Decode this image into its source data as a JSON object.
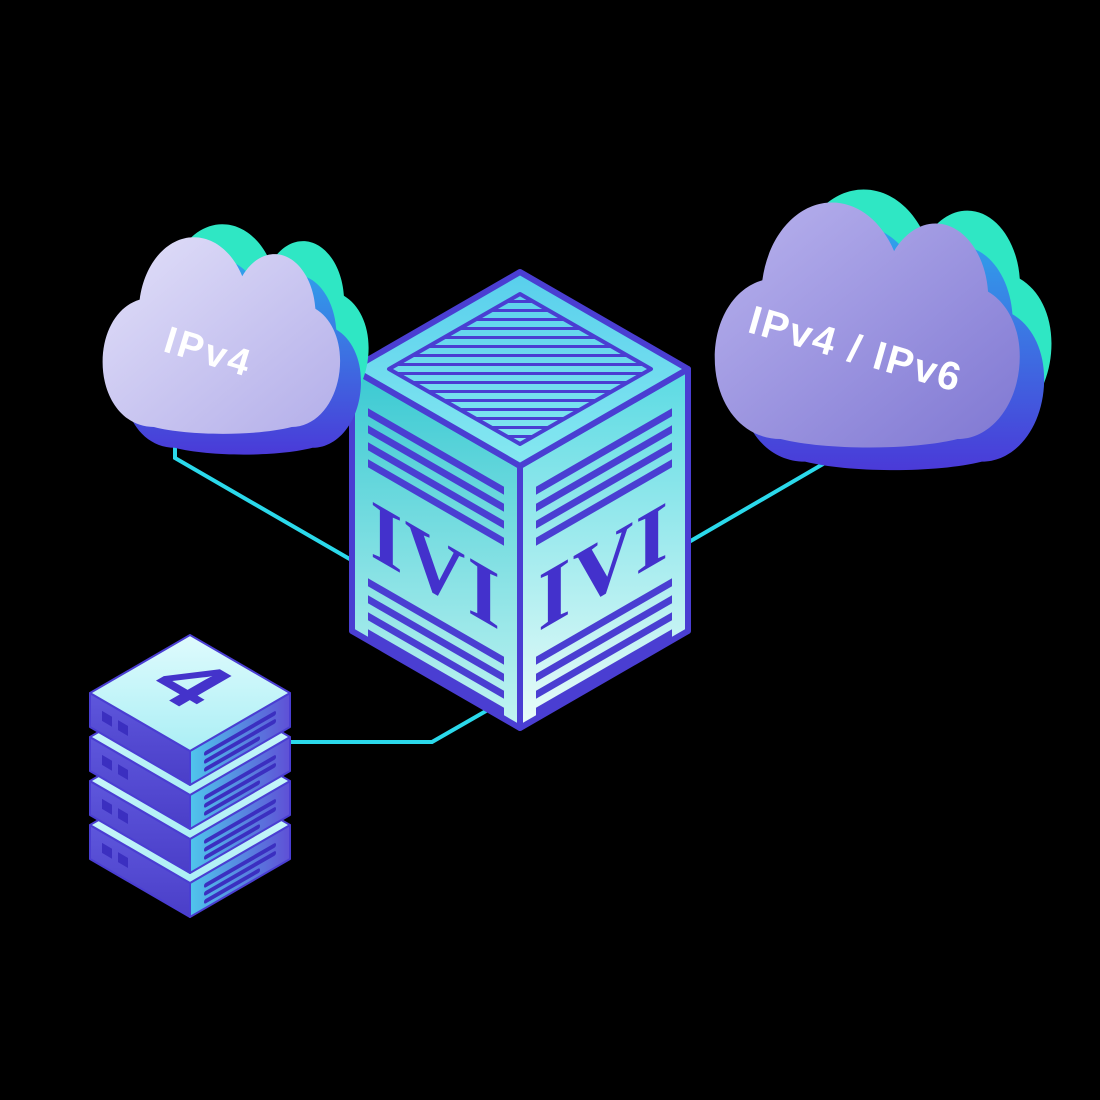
{
  "diagram": {
    "left_cloud": {
      "label": "IPv4"
    },
    "right_cloud": {
      "label": "IPv4 / IPv6"
    },
    "cube": {
      "left_face_label": "IVI",
      "right_face_label": "IVI"
    },
    "server_stack": {
      "label": "4"
    },
    "colors": {
      "background": "#000000",
      "connector_cyan": "#2BD9EB",
      "outline_indigo": "#4A3ED2",
      "cube_face_teal": "#39C9D2",
      "cube_face_light": "#EAFCF9",
      "letter_indigo": "#4331CC",
      "cloud_lavender": "#D6D4F4",
      "cloud_purple": "#9B95DE",
      "accent_mint": "#2FE7C4",
      "accent_blue": "#2FA6EC",
      "label_text": "#FFFFFF",
      "slab_left_blue": "#5E57DC",
      "slab_right_cyan": "#4FC5EC"
    }
  }
}
